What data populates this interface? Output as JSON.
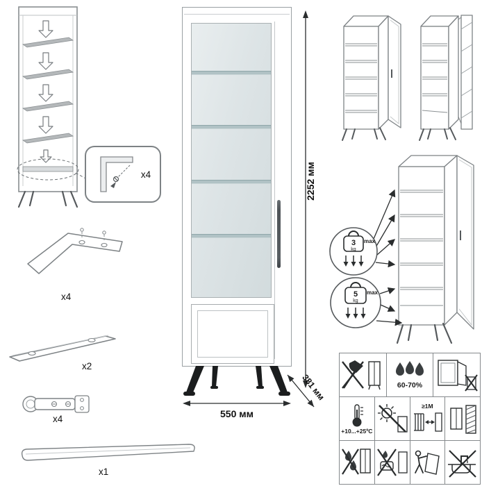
{
  "parts": {
    "bracket": {
      "qty": "x4"
    },
    "leg": {
      "qty": "x4"
    },
    "rail": {
      "qty": "x2"
    },
    "hinge": {
      "qty": "x4"
    },
    "handle": {
      "qty": "x1"
    }
  },
  "dimensions": {
    "height": "2252 мм",
    "width": "550 мм",
    "depth": "381 мм"
  },
  "load": {
    "upper": {
      "value": "3",
      "unit": "kg",
      "max": "max"
    },
    "lower": {
      "value": "5",
      "unit": "kg",
      "max": "max"
    }
  },
  "care_icons": [
    {
      "name": "no-sharp-objects"
    },
    {
      "name": "humidity",
      "label": "60-70%"
    },
    {
      "name": "no-open-window"
    },
    {
      "name": "temperature-range",
      "label": "+10...+25ºC"
    },
    {
      "name": "no-direct-sunlight"
    },
    {
      "name": "heat-distance",
      "label": "≥1M"
    },
    {
      "name": "wall-clearance"
    },
    {
      "name": "no-liquids"
    },
    {
      "name": "no-wet-cleaning"
    },
    {
      "name": "carry-do-not-drag"
    },
    {
      "name": "keep-away-from-water"
    }
  ],
  "colors": {
    "line": "#7d8488",
    "dark": "#2a2d2e",
    "glass": "#dde4e6",
    "glass_shelf": "#9eb6ba",
    "legs": "#1b1d1e"
  }
}
